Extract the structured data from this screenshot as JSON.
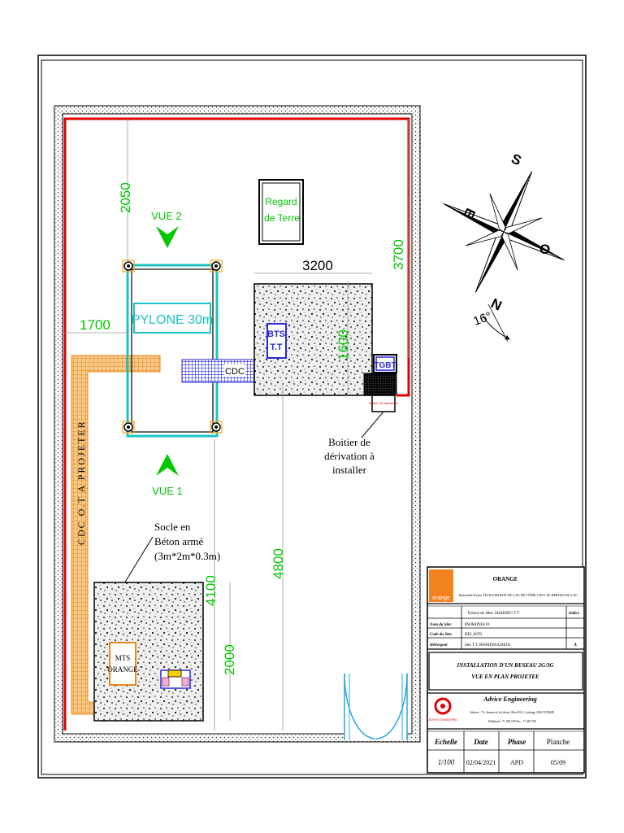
{
  "plan": {
    "regard_line1": "Regard",
    "regard_line2": "de Terre",
    "vue2": "VUE 2",
    "vue1": "VUE 1",
    "pylone": "PYLONE 30m",
    "bts_line1": "BTS",
    "bts_line2": "T.T",
    "tgbt": "TGBT",
    "boitier_small": "Boîtier de dérivation",
    "cdc": "CDC",
    "cdc_vertical": "CDC O.T A PROJETER",
    "mts_line1": "MTS",
    "mts_line2": "ORANGE",
    "callout_boitier": [
      "Boitier de",
      "dérivation à",
      "installer"
    ],
    "callout_socle": [
      "Socle en",
      "Béton armé",
      "(3m*2m*0.3m)"
    ]
  },
  "dimensions": {
    "d2050": "2050",
    "d1700": "1700",
    "d3200": "3200",
    "d3700": "3700",
    "d1600": "1600",
    "d4800": "4800",
    "d4100": "4100",
    "d2000": "2000"
  },
  "compass": {
    "s": "S",
    "e": "E",
    "o": "O",
    "n": "N",
    "angle": "16°"
  },
  "title_block": {
    "client": "ORANGE",
    "logo_text": "orange",
    "address": "Immeuble Ilvana TELECOM RUE DU LAC DE CÔME 1053 LES BERGES DU LAC",
    "project": "Pylone de 30m- SHARING T.T",
    "indice_label": "Indice",
    "site_name_label": "Nom du Site:",
    "site_name_value": "RWAHINIA 01",
    "site_code_label": "Code du Site:",
    "site_code_value": "BEJ_0070",
    "hebergeur_label": "Hébergeur",
    "hebergeur_value": "Site T.T. RWAHINIA BEJA",
    "indice_value": "A",
    "install_title": "INSTALLATION D'UN RESEAU 2G/3G",
    "view_title": "VUE EN PLAN PROJETEE",
    "company": "Advice Engineering",
    "company_logo_text": "ADVICE ENGINEERING",
    "company_address": "Adresse : 73, Avenue de la Liberté, Bloc B1-3, Carthage 2016 TUNISIE",
    "company_phone": "Téléphone : 71 469 199     Fax : 71 469 700",
    "col_echelle": "Echelle",
    "col_date": "Date",
    "col_phase": "Phase",
    "col_planche": "Planche",
    "val_echelle": "1/100",
    "val_date": "02/04/2021",
    "val_phase": "APD",
    "val_planche": "05/09"
  },
  "colors": {
    "wall_red": "#e00000",
    "dim_green": "#00c800",
    "tower_cyan": "#19c3c3",
    "orange_cable": "#f5a623",
    "cdc_blue": "#2a2ad8",
    "door_cyan": "#2aa8e0"
  }
}
